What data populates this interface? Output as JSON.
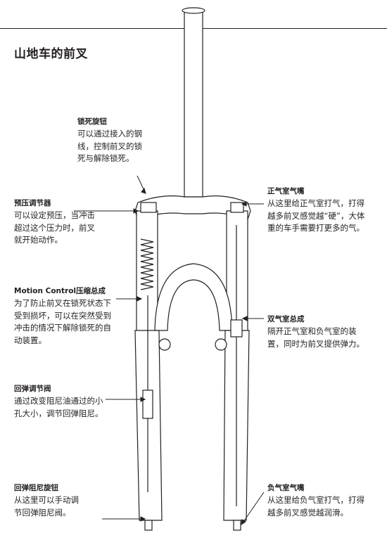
{
  "title": "山地车的前叉",
  "labels": {
    "lockout": {
      "heading": "锁死旋钮",
      "desc": "可以通过接入的钢\n线，控制前叉的锁\n死与解除锁死。"
    },
    "preload": {
      "heading": "预压调节器",
      "desc": "可以设定预压，当冲击\n超过这个压力时，前叉\n就开始动作。"
    },
    "motion": {
      "heading": "Motion Control压缩总成",
      "desc": "为了防止前叉在锁死状态下\n受到损坏，可以在突然受到\n冲击的情况下解除锁死的自\n动装置。"
    },
    "rebound_valve": {
      "heading": "回弹调节阀",
      "desc": "通过改变阻尼油通过的小\n孔大小，调节回弹阻尼。"
    },
    "rebound_knob": {
      "heading": "回弹阻尼旋钮",
      "desc": "从这里可以手动调\n节回弹阻尼阀。"
    },
    "pos_air": {
      "heading": "正气室气嘴",
      "desc": "从这里给正气室打气，打得\n越多前叉感觉越“硬”，大体\n重的车手需要打更多的气。"
    },
    "dual_air": {
      "heading": "双气室总成",
      "desc": "隔开正气室和负气室的装\n置，同时为前叉提供弹力。"
    },
    "neg_air": {
      "heading": "负气室气嘴",
      "desc": "从这里给负气室打气，打得\n越多前叉感觉越润滑。"
    }
  }
}
